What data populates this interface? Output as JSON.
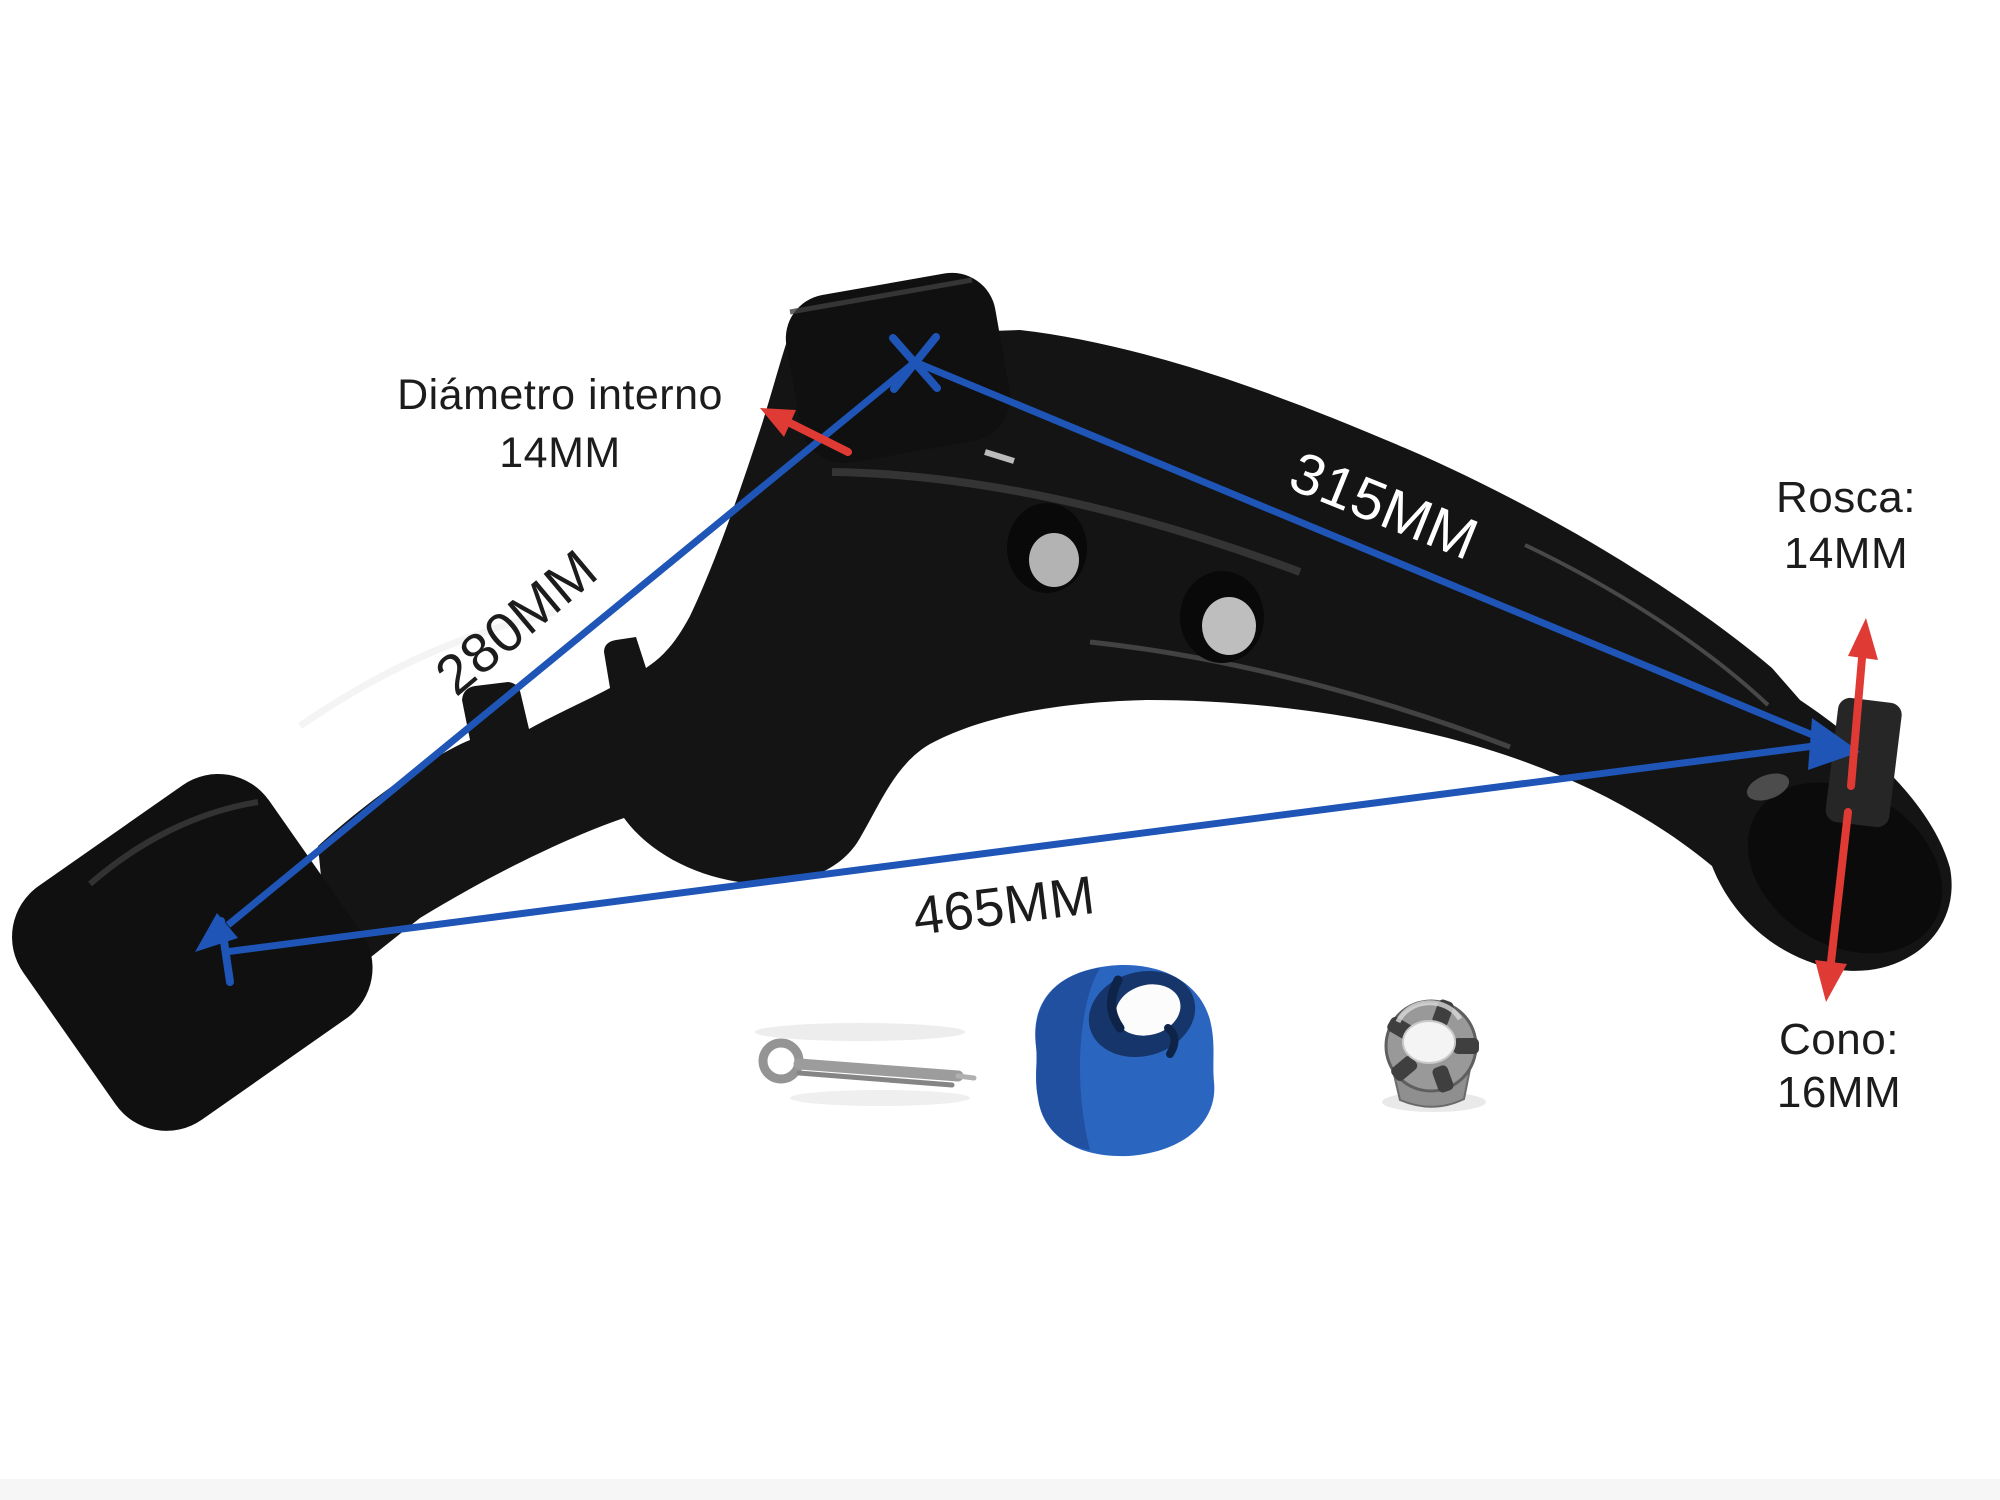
{
  "scene": {
    "background": "#ffffff",
    "description": "Suspension lower control arm product photo annotated with dimensions"
  },
  "labels": {
    "inner_diameter": {
      "line1": "Diámetro interno",
      "line2": "14MM"
    },
    "top_length": "315MM",
    "left_length": "280MM",
    "bottom_length": "465MM",
    "thread": {
      "line1": "Rosca:",
      "line2": "14MM"
    },
    "cone": {
      "line1": "Cono:",
      "line2": "16MM"
    }
  },
  "parts": {
    "main_part": "lower-control-arm",
    "included_hardware": [
      "cotter-pin",
      "ball-joint-dust-boot",
      "castle-nut"
    ]
  },
  "colors": {
    "dimension_line": "#1e55b7",
    "pointer_arrow": "#e03a34",
    "arm_black": "#141414",
    "boot_blue": "#2a65c0",
    "text_dark": "#1c1c1c",
    "text_light": "#ffffff"
  }
}
